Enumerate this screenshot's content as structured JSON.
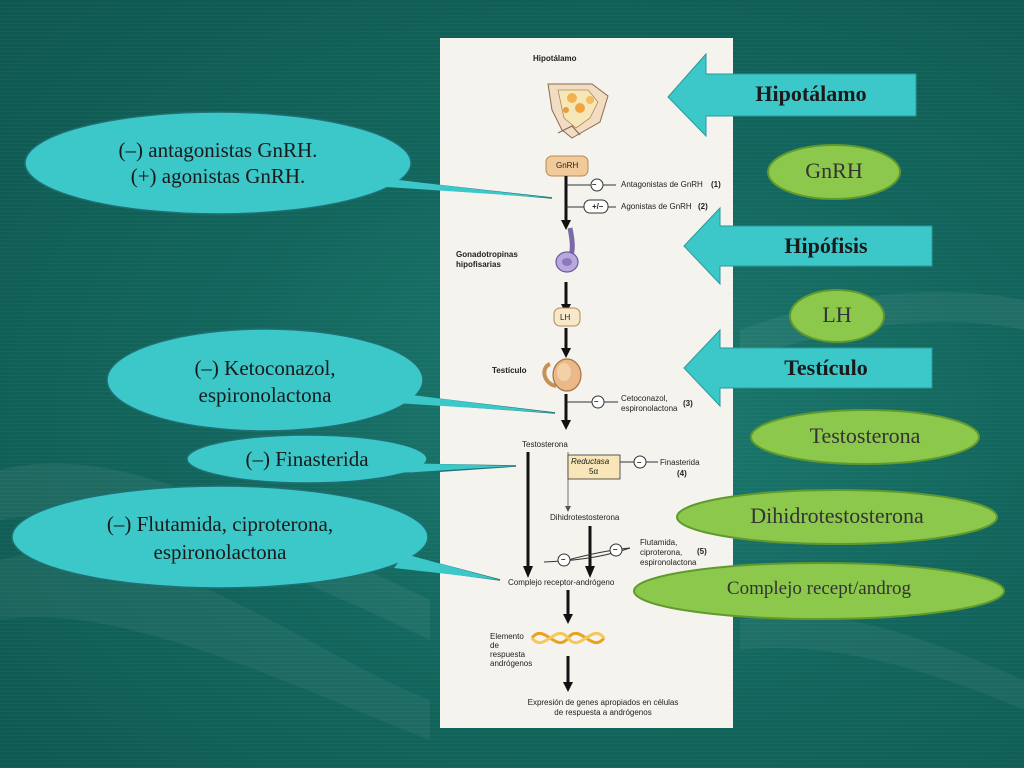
{
  "diagram": {
    "panel": {
      "hypothalamus_title": "Hipotálamo",
      "gnrh_box": "GnRH",
      "antagonists": "Antagonistas de GnRH",
      "antagonists_num": "(1)",
      "agonists": "Agonistas de GnRH",
      "agonists_num": "(2)",
      "agonists_sign": "+/–",
      "gonadotropins": "Gonadotropinas hipofisarias",
      "lh_box": "LH",
      "testicle": "Testículo",
      "ketoconazole_line1": "Cetoconazol,",
      "ketoconazole_line2": "espironolactona",
      "ketoconazole_num": "(3)",
      "testosterone": "Testosterona",
      "reductase_line1": "Reductasa",
      "reductase_line2": "5α",
      "finasteride": "Finasterida",
      "finasteride_num": "(4)",
      "dht": "Dihidrotestosterona",
      "flutamide_line1": "Flutamida,",
      "flutamide_line2": "ciproterona,",
      "flutamide_line3": "espironolactona",
      "flutamide_num": "(5)",
      "complex": "Complejo receptor-andrógeno",
      "element_line1": "Elemento",
      "element_line2": "de",
      "element_line3": "respuesta",
      "element_line4": "andrógenos",
      "expression_line1": "Expresión de genes apropiados en células",
      "expression_line2": "de respuesta a andrógenos",
      "minus_sign": "–"
    },
    "arrows": {
      "hypothalamus": "Hipotálamo",
      "pituitary": "Hipófisis",
      "testicle": "Testículo"
    },
    "pills": {
      "gnrh": "GnRH",
      "lh": "LH",
      "testosterone": "Testosterona",
      "dht": "Dihidrotestosterona",
      "complex": "Complejo recept/androg"
    },
    "bubbles": {
      "gnrh_line1": "(–) antagonistas GnRH.",
      "gnrh_line2": "(+) agonistas GnRH.",
      "keto_line1": "(–) Ketoconazol,",
      "keto_line2": "espironolactona",
      "finasteride": "(–) Finasterida",
      "flutamide_line1": "(–) Flutamida, ciproterona,",
      "flutamide_line2": "espironolactona"
    },
    "colors": {
      "background": "#13665d",
      "arrow_fill": "#3cc7c9",
      "pill_fill": "#8cc84b",
      "bubble_fill": "#3cc7c9"
    }
  }
}
